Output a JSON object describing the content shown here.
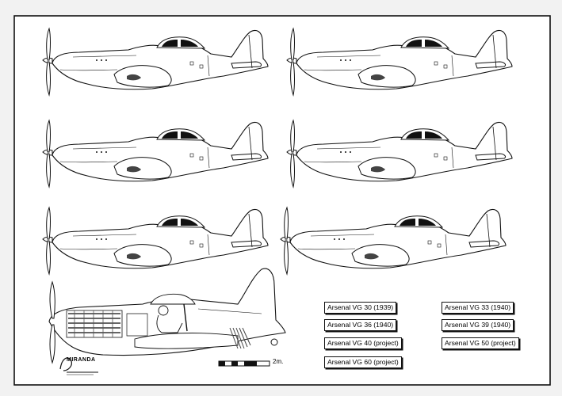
{
  "captions": [
    "Arsenal VG 30 (1939)",
    "Arsenal VG 36 (1940)",
    "Arsenal VG 40 (project)",
    "Arsenal VG 60 (project)",
    "Arsenal VG 33 (1940)",
    "Arsenal VG 39 (1940)",
    "Arsenal VG 50 (project)"
  ],
  "scale_label": "2m.",
  "signature": "MIRANDA",
  "colors": {
    "line": "#111111",
    "paper": "#ffffff",
    "background": "#f2f2f2"
  }
}
